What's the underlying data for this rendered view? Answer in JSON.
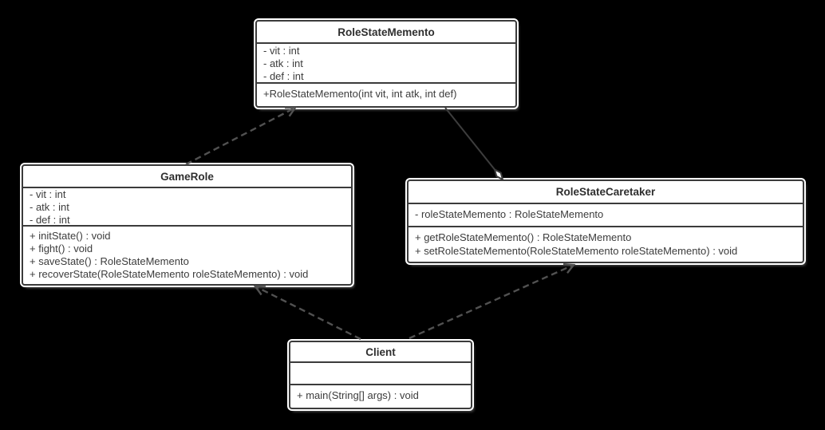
{
  "diagram": {
    "background_color": "#000000",
    "box_fill_color": "#ffffff",
    "box_border_color": "#3b3b3b",
    "text_color": "#3c3c3c",
    "dashed_connector_color": "#515151",
    "solid_connector_color": "#3d3d3d"
  },
  "classes": [
    {
      "name": "RoleStateMemento",
      "attributes": [
        "- vit : int",
        "- atk : int",
        "- def : int"
      ],
      "methods": [
        "+RoleStateMemento(int vit, int atk, int def)"
      ]
    },
    {
      "name": "GameRole",
      "attributes": [
        "- vit : int",
        "- atk : int",
        "- def : int"
      ],
      "methods": [
        "+ initState() : void",
        "+ fight() : void",
        "+ saveState() : RoleStateMemento",
        "+ recoverState(RoleStateMemento roleStateMemento) : void"
      ]
    },
    {
      "name": "RoleStateCaretaker",
      "attributes": [
        "- roleStateMemento : RoleStateMemento"
      ],
      "methods": [
        "+ getRoleStateMemento() : RoleStateMemento",
        "+ setRoleStateMemento(RoleStateMemento roleStateMemento) : void"
      ]
    },
    {
      "name": "Client",
      "attributes": [],
      "methods": [
        "+ main(String[] args) : void"
      ]
    }
  ],
  "relationships": [
    {
      "type": "dependency",
      "from": "GameRole",
      "to": "RoleStateMemento",
      "line": "dashed",
      "marker": "open-arrow"
    },
    {
      "type": "aggregation",
      "from": "RoleStateMemento",
      "to": "RoleStateCaretaker",
      "line": "solid",
      "marker": "hollow-diamond"
    },
    {
      "type": "dependency",
      "from": "Client",
      "to": "GameRole",
      "line": "dashed",
      "marker": "open-arrow"
    },
    {
      "type": "dependency",
      "from": "Client",
      "to": "RoleStateCaretaker",
      "line": "dashed",
      "marker": "open-arrow"
    }
  ]
}
